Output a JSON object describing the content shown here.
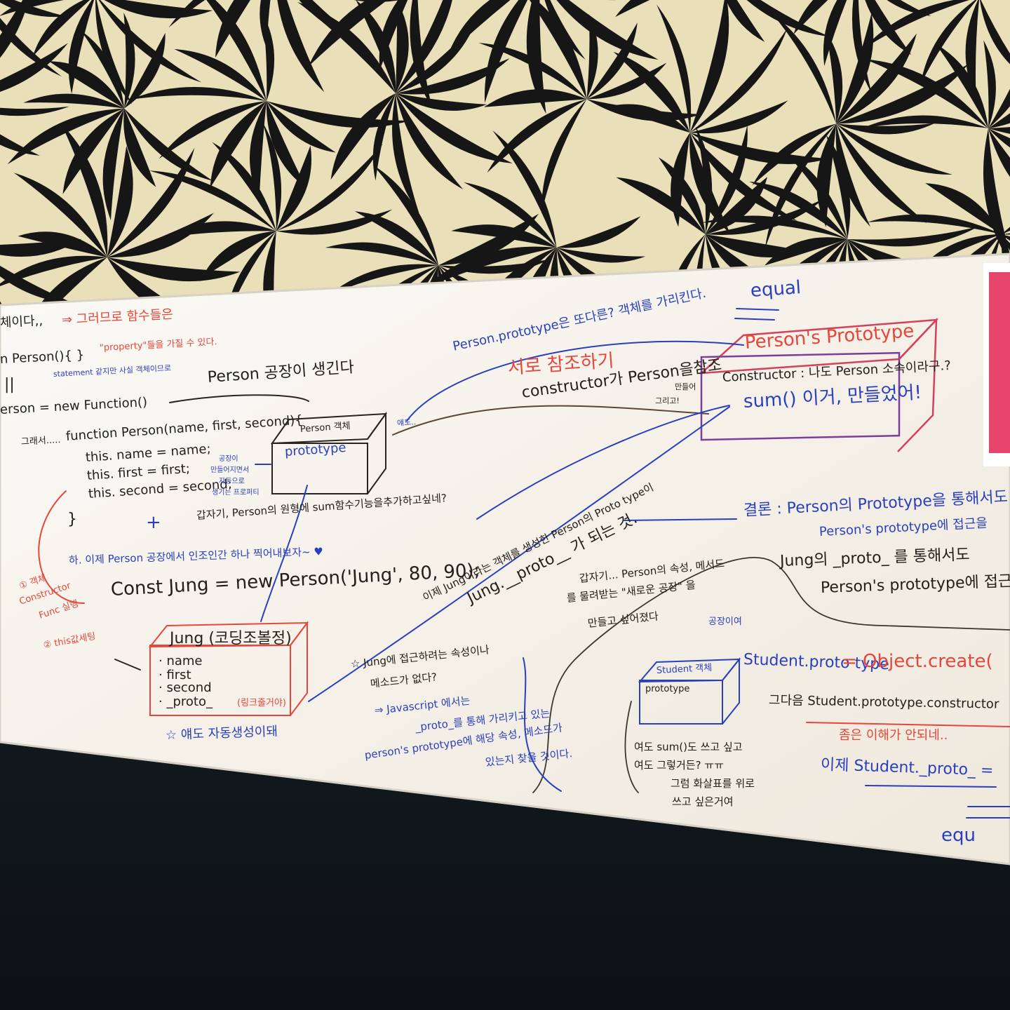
{
  "top_left": {
    "line1": "체이다,,",
    "line1_red": "⇒ 그러므로 함수들은",
    "line2": "n Person(){ }",
    "line2_red": "\"property\"들을 가질 수 있다.",
    "line2_blue": "statement 같지만 사실 객체이므로",
    "line3": "||",
    "line4": "erson = new Function()"
  },
  "factory_note": "Person 공장이 생긴다",
  "code": {
    "prefix": "그래서.....",
    "signature": "function Person(name, first, second){",
    "body1": "this. name = name;",
    "body2": "this. first = first;",
    "body3": "this. second = second;",
    "close": "}"
  },
  "auto_note": [
    "공장이",
    "만들어지면서",
    "자동으로",
    "생기는 프로퍼티"
  ],
  "person_box": {
    "title": "Person 객체",
    "slot": "prototype"
  },
  "ego_note": "얘도..",
  "sum_question": "갑자기, Person의 원형에 sum함수기능을추가하고싶네?",
  "plus": "+",
  "red_steps": [
    "① 객체",
    "Constructor",
    "Func 실행",
    "② this값세팅"
  ],
  "heart_note": "하. 이제 Person 공장에서 인조인간 하나 찍어내보자~ ♥",
  "const_line": "Const Jung = new Person('Jung', 80, 90);",
  "jung_box": {
    "title": "Jung (코딩조볼정)",
    "props": [
      "· name",
      "· first",
      "· second",
      "· _proto_"
    ],
    "link_note": "(링크줄거야)"
  },
  "auto_gen_note": "☆ 얘도 자동생성이돼",
  "proto_ref_note": "Person.prototype은 또다른? 객체를 가리킨다.",
  "mutual_ref": "서로 참조하기",
  "constructor_ref": "constructor가 Person을참조",
  "equal_top": "equal",
  "proto_box": {
    "title": "Person's Prototype",
    "line1": "Constructor : 나도 Person 소속이라구.?",
    "line2": "sum() 이거, 만들었어!",
    "side_note1": "만들어",
    "side_note2": "그리고!"
  },
  "jung_proto_note": "이제 Jung이라는 객체를 생성한 Person의 Proto type이",
  "jung_proto_line": "Jung.__proto__ 가 되는 것.",
  "conclusion": {
    "line1": "결론 : Person의 Prototype을 통해서도",
    "line2": "Person's prototype에 접근을",
    "line3": "Jung의 _proto_ 를 통해서도",
    "line4": "Person's prototype에 접근"
  },
  "student_note": {
    "line1": "갑자기... Person의 속성, 메서드",
    "line2": "를 물려받는 \"새로운 공장\" 을",
    "line3": "만들고 싶어졌다",
    "line4": "공장이여"
  },
  "student_box": {
    "title": "Student 객체",
    "slot": "prototype"
  },
  "student_proto": "Student.proto type",
  "object_create": "= Object.create(",
  "then_line": "그다음 Student.prototype.constructor",
  "confusing": "좀은 이해가 안되네..",
  "now_line": "이제 Student._proto_ =",
  "equal_bottom": "equ",
  "jung_access_note": {
    "line1": "☆ Jung에 접근하려는 속성이나",
    "line2": "메소드가 없다?",
    "line3": "⇒ Javascript 에서는",
    "line4": "_proto_를 통해 가리키고 있는",
    "line5": "person's prototype에 해당 속성, 메소드가",
    "line6": "있는지 찾을 것이다."
  },
  "sum_use_note": {
    "line1": "여도 sum()도 쓰고 싶고",
    "line2": "여도 그렇거든? ㅠㅠ",
    "line3": "그럼 화살표를 위로",
    "line4": "쓰고 싶은거여"
  }
}
